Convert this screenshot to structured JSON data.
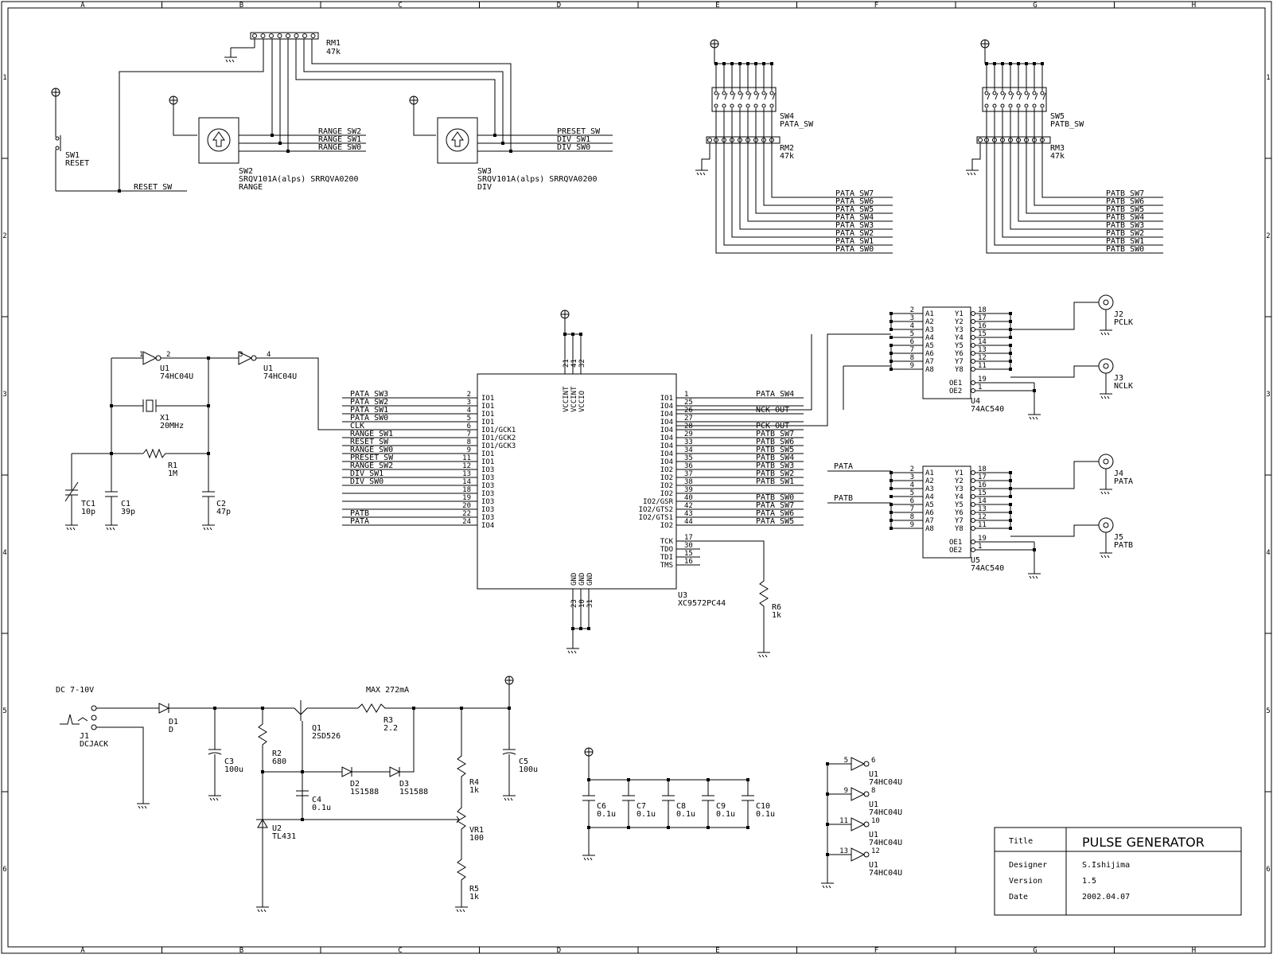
{
  "border": {
    "columns": [
      "A",
      "B",
      "C",
      "D",
      "E",
      "F",
      "G",
      "H"
    ],
    "rows": [
      "1",
      "2",
      "3",
      "4",
      "5",
      "6"
    ]
  },
  "title_block": {
    "title_label": "Title",
    "title": "PULSE GENERATOR",
    "designer_label": "Designer",
    "designer": "S.Ishijima",
    "version_label": "Version",
    "version": "1.5",
    "date_label": "Date",
    "date": "2002.04.07"
  },
  "components": {
    "rm1": {
      "ref": "RM1",
      "value": "47k"
    },
    "sw1": {
      "ref": "SW1",
      "value": "RESET"
    },
    "sw2": {
      "ref": "SW2",
      "value": "SRQV101A(alps)  SRRQVA0200",
      "func": "RANGE"
    },
    "sw3": {
      "ref": "SW3",
      "value": "SRQV101A(alps)  SRRQVA0200",
      "func": "DIV"
    },
    "sw4": {
      "ref": "SW4",
      "value": "PATA_SW"
    },
    "sw5": {
      "ref": "SW5",
      "value": "PATB_SW"
    },
    "rm2": {
      "ref": "RM2",
      "value": "47k"
    },
    "rm3": {
      "ref": "RM3",
      "value": "47k"
    },
    "u1a": {
      "ref": "U1",
      "value": "74HC04U"
    },
    "u1b": {
      "ref": "U1",
      "value": "74HC04U"
    },
    "x1": {
      "ref": "X1",
      "value": "20MHz"
    },
    "r1": {
      "ref": "R1",
      "value": "1M"
    },
    "tc1": {
      "ref": "TC1",
      "value": "10p"
    },
    "c1": {
      "ref": "C1",
      "value": "39p"
    },
    "c2": {
      "ref": "C2",
      "value": "47p"
    },
    "u3": {
      "ref": "U3",
      "value": "XC9572PC44"
    },
    "r6": {
      "ref": "R6",
      "value": "1k"
    },
    "u4": {
      "ref": "U4",
      "value": "74AC540"
    },
    "u5": {
      "ref": "U5",
      "value": "74AC540"
    },
    "j2": {
      "ref": "J2",
      "value": "PCLK"
    },
    "j3": {
      "ref": "J3",
      "value": "NCLK"
    },
    "j4": {
      "ref": "J4",
      "value": "PATA"
    },
    "j5": {
      "ref": "J5",
      "value": "PATB"
    },
    "j1": {
      "ref": "J1",
      "value": "DCJACK"
    },
    "d1": {
      "ref": "D1",
      "value": "D"
    },
    "c3": {
      "ref": "C3",
      "value": "100u"
    },
    "r2": {
      "ref": "R2",
      "value": "680"
    },
    "q1": {
      "ref": "Q1",
      "value": "2SD526"
    },
    "r3": {
      "ref": "R3",
      "value": "2.2"
    },
    "c5": {
      "ref": "C5",
      "value": "100u"
    },
    "c4": {
      "ref": "C4",
      "value": "0.1u"
    },
    "d2": {
      "ref": "D2",
      "value": "1S1588"
    },
    "d3": {
      "ref": "D3",
      "value": "1S1588"
    },
    "r4": {
      "ref": "R4",
      "value": "1k"
    },
    "vr1": {
      "ref": "VR1",
      "value": "100"
    },
    "r5": {
      "ref": "R5",
      "value": "1k"
    },
    "u2": {
      "ref": "U2",
      "value": "TL431"
    },
    "c6": {
      "ref": "C6",
      "value": "0.1u"
    },
    "c7": {
      "ref": "C7",
      "value": "0.1u"
    },
    "c8": {
      "ref": "C8",
      "value": "0.1u"
    },
    "c9": {
      "ref": "C9",
      "value": "0.1u"
    },
    "c10": {
      "ref": "C10",
      "value": "0.1u"
    },
    "u1c": {
      "ref": "U1",
      "value": "74HC04U"
    },
    "u1d": {
      "ref": "U1",
      "value": "74HC04U"
    },
    "u1e": {
      "ref": "U1",
      "value": "74HC04U"
    },
    "u1f": {
      "ref": "U1",
      "value": "74HC04U"
    }
  },
  "notes": {
    "dc_in": "DC 7-10V",
    "max_current": "MAX 272mA"
  },
  "nets": {
    "reset_sw": "RESET_SW",
    "range": [
      "RANGE_SW2",
      "RANGE_SW1",
      "RANGE_SW0"
    ],
    "div": [
      "PRESET_SW",
      "DIV_SW1",
      "DIV_SW0"
    ],
    "pata_sw": [
      "PATA_SW7",
      "PATA_SW6",
      "PATA_SW5",
      "PATA_SW4",
      "PATA_SW3",
      "PATA_SW2",
      "PATA_SW1",
      "PATA_SW0"
    ],
    "patb_sw": [
      "PATB_SW7",
      "PATB_SW6",
      "PATB_SW5",
      "PATB_SW4",
      "PATB_SW3",
      "PATB_SW2",
      "PATB_SW1",
      "PATB_SW0"
    ],
    "pata": "PATA",
    "patb": "PATB"
  },
  "gate_pins": {
    "u1a": [
      "1",
      "2"
    ],
    "u1b": [
      "3",
      "4"
    ],
    "u1c": [
      "5",
      "6"
    ],
    "u1d": [
      "9",
      "8"
    ],
    "u1e": [
      "11",
      "10"
    ],
    "u1f": [
      "13",
      "12"
    ]
  },
  "u3": {
    "left": [
      {
        "net": "PATA_SW3",
        "pin": "2",
        "name": "IO1"
      },
      {
        "net": "PATA_SW2",
        "pin": "3",
        "name": "IO1"
      },
      {
        "net": "PATA_SW1",
        "pin": "4",
        "name": "IO1"
      },
      {
        "net": "PATA_SW0",
        "pin": "5",
        "name": "IO1"
      },
      {
        "net": "CLK",
        "pin": "6",
        "name": "IO1/GCK1"
      },
      {
        "net": "RANGE_SW1",
        "pin": "7",
        "name": "IO1/GCK2"
      },
      {
        "net": "RESET_SW",
        "pin": "8",
        "name": "IO1/GCK3"
      },
      {
        "net": "RANGE_SW0",
        "pin": "9",
        "name": "IO1"
      },
      {
        "net": "PRESET_SW",
        "pin": "11",
        "name": "IO1"
      },
      {
        "net": "RANGE_SW2",
        "pin": "12",
        "name": "IO3"
      },
      {
        "net": "DIV_SW1",
        "pin": "13",
        "name": "IO3"
      },
      {
        "net": "DIV_SW0",
        "pin": "14",
        "name": "IO3"
      },
      {
        "net": "",
        "pin": "18",
        "name": "IO3"
      },
      {
        "net": "",
        "pin": "19",
        "name": "IO3"
      },
      {
        "net": "",
        "pin": "20",
        "name": "IO3"
      },
      {
        "net": "PATB",
        "pin": "22",
        "name": "IO3"
      },
      {
        "net": "PATA",
        "pin": "24",
        "name": "IO4"
      }
    ],
    "right": [
      {
        "net": "PATA_SW4",
        "pin": "1",
        "name": "IO1"
      },
      {
        "net": "",
        "pin": "25",
        "name": "IO4"
      },
      {
        "net": "NCK_OUT",
        "pin": "26",
        "name": "IO4"
      },
      {
        "net": "",
        "pin": "27",
        "name": "IO4"
      },
      {
        "net": "PCK_OUT",
        "pin": "28",
        "name": "IO4"
      },
      {
        "net": "PATB_SW7",
        "pin": "29",
        "name": "IO4"
      },
      {
        "net": "PATB_SW6",
        "pin": "33",
        "name": "IO4"
      },
      {
        "net": "PATB_SW5",
        "pin": "34",
        "name": "IO4"
      },
      {
        "net": "PATB_SW4",
        "pin": "35",
        "name": "IO4"
      },
      {
        "net": "PATB_SW3",
        "pin": "36",
        "name": "IO2"
      },
      {
        "net": "PATB_SW2",
        "pin": "37",
        "name": "IO2"
      },
      {
        "net": "PATB_SW1",
        "pin": "38",
        "name": "IO2"
      },
      {
        "net": "",
        "pin": "39",
        "name": "IO2"
      },
      {
        "net": "PATB_SW0",
        "pin": "40",
        "name": "IO2/GSR"
      },
      {
        "net": "PATA_SW7",
        "pin": "42",
        "name": "IO2/GTS2"
      },
      {
        "net": "PATA_SW6",
        "pin": "43",
        "name": "IO2/GTS1"
      },
      {
        "net": "PATA_SW5",
        "pin": "44",
        "name": "IO2"
      }
    ],
    "jtag": [
      {
        "pin": "17",
        "name": "TCK"
      },
      {
        "pin": "30",
        "name": "TDO"
      },
      {
        "pin": "15",
        "name": "TDI"
      },
      {
        "pin": "16",
        "name": "TMS"
      }
    ],
    "power_pins": [
      "21",
      "41",
      "32"
    ],
    "power_names": [
      "VCCINT",
      "VCCINT",
      "VCCIO"
    ],
    "gnd_pins": [
      "23",
      "10",
      "31"
    ],
    "gnd_names": [
      "GND",
      "GND",
      "GND"
    ]
  },
  "buffer": {
    "a_names": [
      "A1",
      "A2",
      "A3",
      "A4",
      "A5",
      "A6",
      "A7",
      "A8"
    ],
    "a_pins": [
      "2",
      "3",
      "4",
      "5",
      "6",
      "7",
      "8",
      "9"
    ],
    "y_names": [
      "Y1",
      "Y2",
      "Y3",
      "Y4",
      "Y5",
      "Y6",
      "Y7",
      "Y8"
    ],
    "y_pins": [
      "18",
      "17",
      "16",
      "15",
      "14",
      "13",
      "12",
      "11"
    ],
    "oe_names": [
      "OE1",
      "OE2"
    ],
    "oe_pins": [
      "19",
      "1"
    ]
  }
}
